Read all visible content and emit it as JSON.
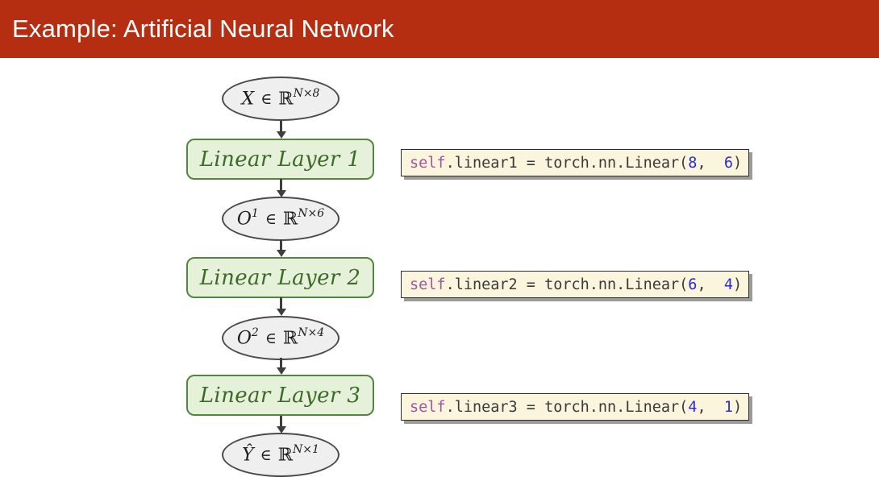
{
  "banner": {
    "title": "Example: Artificial Neural Network"
  },
  "colors": {
    "banner_bg": "#b52e11",
    "banner_text": "#ffffff",
    "ellipse_fill": "#efefef",
    "ellipse_border": "#4b4b4b",
    "layer_fill": "#e6f1da",
    "layer_border": "#4f883c",
    "layer_text": "#3c6a29",
    "arrow": "#3e3e3e",
    "code_bg": "#fbf5dd",
    "code_border": "#2e2e2e",
    "code_shadow": "#9b9b9b",
    "code_text": "#3a3a3a",
    "code_keyword": "#9e569c",
    "code_number": "#2b2bd6"
  },
  "diagram": {
    "data_nodes": [
      {
        "var": "X",
        "var_sup": "",
        "in": "∈",
        "set": "ℝ",
        "set_sup": "N×8"
      },
      {
        "var": "O",
        "var_sup": "1",
        "in": "∈",
        "set": "ℝ",
        "set_sup": "N×6"
      },
      {
        "var": "O",
        "var_sup": "2",
        "in": "∈",
        "set": "ℝ",
        "set_sup": "N×4"
      },
      {
        "var": "Ŷ",
        "var_sup": "",
        "in": "∈",
        "set": "ℝ",
        "set_sup": "N×1"
      }
    ],
    "layer_nodes": [
      {
        "label": "Linear Layer 1"
      },
      {
        "label": "Linear Layer 2"
      },
      {
        "label": "Linear Layer 3"
      }
    ]
  },
  "code_panel": {
    "lines": [
      {
        "kw": "self",
        "mid": ".linear1 = torch.nn.Linear(",
        "arg1": "8",
        "sep": ",  ",
        "arg2": "6",
        "close": ")"
      },
      {
        "kw": "self",
        "mid": ".linear2 = torch.nn.Linear(",
        "arg1": "6",
        "sep": ",  ",
        "arg2": "4",
        "close": ")"
      },
      {
        "kw": "self",
        "mid": ".linear3 = torch.nn.Linear(",
        "arg1": "4",
        "sep": ",  ",
        "arg2": "1",
        "close": ")"
      }
    ]
  }
}
